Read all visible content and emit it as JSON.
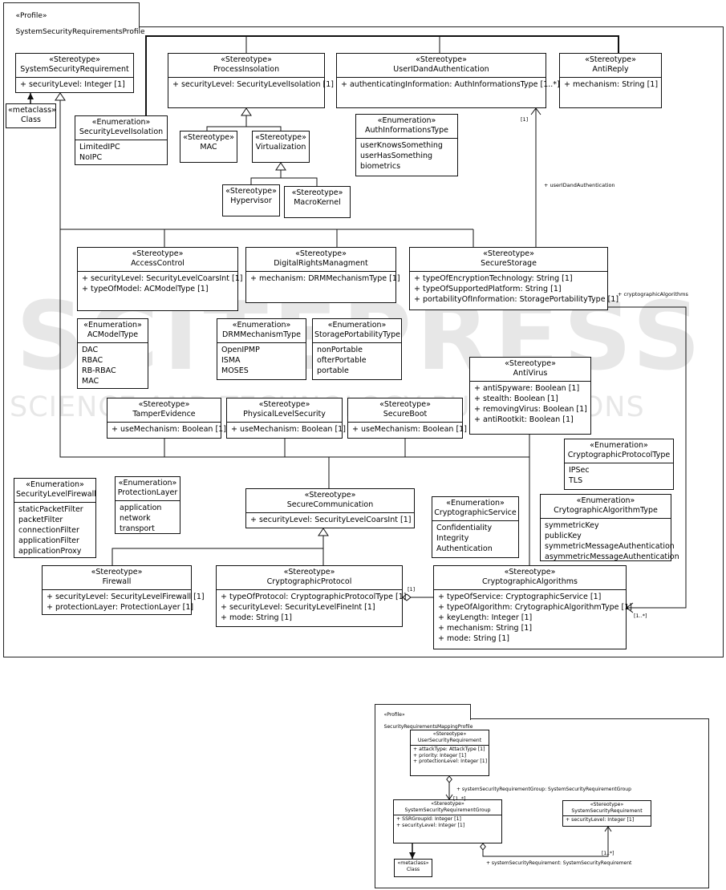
{
  "profile1": {
    "tab_line1": "«Profile»",
    "tab_line2": "SystemSecurityRequirementsProfile"
  },
  "profile2": {
    "tab_line1": "«Profile»",
    "tab_line2": "SecurityRequirementsMappingProfile"
  },
  "watermark": {
    "big": "SCITEPRESS",
    "small": "SCIENCE AND TECHNOLOGY PUBLICATIONS"
  },
  "elements": [
    {
      "id": "ssr",
      "stereo": "«Stereotype»",
      "name": "SystemSecurityRequirement",
      "attrs": [
        "+ securityLevel: Integer [1]"
      ]
    },
    {
      "id": "metaclass1",
      "stereo": "«metaclass»",
      "name": "Class",
      "attrs": []
    },
    {
      "id": "sli",
      "stereo": "«Enumeration»",
      "name": "SecurityLevelIsolation",
      "attrs": [
        "LimitedIPC",
        "NoIPC"
      ]
    },
    {
      "id": "pi",
      "stereo": "«Stereotype»",
      "name": "ProcessInsolation",
      "attrs": [
        "+ securityLevel: SecurityLevelIsolation [1]"
      ]
    },
    {
      "id": "mac",
      "stereo": "«Stereotype»",
      "name": "MAC",
      "attrs": []
    },
    {
      "id": "virt",
      "stereo": "«Stereotype»",
      "name": "Virtualization",
      "attrs": []
    },
    {
      "id": "hyp",
      "stereo": "«Stereotype»",
      "name": "Hypervisor",
      "attrs": []
    },
    {
      "id": "macro",
      "stereo": "«Stereotype»",
      "name": "MacroKernel",
      "attrs": []
    },
    {
      "id": "uida",
      "stereo": "«Stereotype»",
      "name": "UserIDandAuthentication",
      "attrs": [
        "+ authenticatingInformation: AuthInformationsType [1..*]"
      ]
    },
    {
      "id": "ait",
      "stereo": "«Enumeration»",
      "name": "AuthInformationsType",
      "attrs": [
        "userKnowsSomething",
        "userHasSomething",
        "biometrics"
      ]
    },
    {
      "id": "ar",
      "stereo": "«Stereotype»",
      "name": "AntiReply",
      "attrs": [
        "+ mechanism: String [1]"
      ]
    },
    {
      "id": "ac",
      "stereo": "«Stereotype»",
      "name": "AccessControl",
      "attrs": [
        "+ securityLevel: SecurityLevelCoarsInt [1]",
        "+ typeOfModel: ACModelType [1]"
      ]
    },
    {
      "id": "drm",
      "stereo": "«Stereotype»",
      "name": "DigitalRightsManagment",
      "attrs": [
        "+ mechanism: DRMMechanismType [1]"
      ]
    },
    {
      "id": "ss",
      "stereo": "«Stereotype»",
      "name": "SecureStorage",
      "attrs": [
        "+ typeOfEncryptionTechnology: String [1]",
        "+ typeOfSupportedPlatform: String [1]",
        "+ portabilityOfInformation: StoragePortabilityType [1]"
      ]
    },
    {
      "id": "acmt",
      "stereo": "«Enumeration»",
      "name": "ACModelType",
      "attrs": [
        "DAC",
        "RBAC",
        "RB-RBAC",
        "MAC"
      ]
    },
    {
      "id": "drmt",
      "stereo": "«Enumeration»",
      "name": "DRMMechanismType",
      "attrs": [
        "OpenIPMP",
        "ISMA",
        "MOSES"
      ]
    },
    {
      "id": "spt",
      "stereo": "«Enumeration»",
      "name": "StoragePortabilityType",
      "attrs": [
        "nonPortable",
        "ofterPortable",
        "portable"
      ]
    },
    {
      "id": "av",
      "stereo": "«Stereotype»",
      "name": "AntiVirus",
      "attrs": [
        "+ antiSpyware: Boolean [1]",
        "+ stealth: Boolean [1]",
        "+ removingVirus: Boolean [1]",
        "+ antiRootkit: Boolean [1]"
      ]
    },
    {
      "id": "te",
      "stereo": "«Stereotype»",
      "name": "TamperEvidence",
      "attrs": [
        "+ useMechanism: Boolean [1]"
      ]
    },
    {
      "id": "pls",
      "stereo": "«Stereotype»",
      "name": "PhysicalLevelSecurity",
      "attrs": [
        "+ useMechanism: Boolean [1]"
      ]
    },
    {
      "id": "sb",
      "stereo": "«Stereotype»",
      "name": "SecureBoot",
      "attrs": [
        "+ useMechanism: Boolean [1]"
      ]
    },
    {
      "id": "cpt",
      "stereo": "«Enumeration»",
      "name": "CryptographicProtocolType",
      "attrs": [
        "IPSec",
        "TLS"
      ]
    },
    {
      "id": "slf",
      "stereo": "«Enumeration»",
      "name": "SecurityLevelFirewall",
      "attrs": [
        "staticPacketFilter",
        "packetFilter",
        "connectionFilter",
        "applicationFilter",
        "applicationProxy"
      ]
    },
    {
      "id": "pl",
      "stereo": "«Enumeration»",
      "name": "ProtectionLayer",
      "attrs": [
        "application",
        "network",
        "transport"
      ]
    },
    {
      "id": "sc",
      "stereo": "«Stereotype»",
      "name": "SecureCommunication",
      "attrs": [
        "+ securityLevel: SecurityLevelCoarsInt [1]"
      ]
    },
    {
      "id": "cs",
      "stereo": "«Enumeration»",
      "name": "CryptographicService",
      "attrs": [
        "Confidentiality",
        "Integrity",
        "Authentication"
      ]
    },
    {
      "id": "cat",
      "stereo": "«Enumeration»",
      "name": "CrytographicAlgorithmType",
      "attrs": [
        "symmetricKey",
        "publicKey",
        "symmetricMessageAuthentication",
        "asymmetricMessageAuthentication"
      ]
    },
    {
      "id": "fw",
      "stereo": "«Stereotype»",
      "name": "Firewall",
      "attrs": [
        "+ securityLevel: SecurityLevelFirewall [1]",
        "+ protectionLayer: ProtectionLayer [1]"
      ]
    },
    {
      "id": "cp",
      "stereo": "«Stereotype»",
      "name": "CryptographicProtocol",
      "attrs": [
        "+ typeOfProtocol: CryptographicProtocolType [1]",
        "+ securityLevel: SecurityLevelFineInt [1]",
        "+ mode: String [1]"
      ]
    },
    {
      "id": "ca",
      "stereo": "«Stereotype»",
      "name": "CryptographicAlgorithms",
      "attrs": [
        "+ typeOfService: CryptographicService [1]",
        "+ typeOfAlgorithm: CrytographicAlgorithmType [1]",
        "+ keyLength: Integer [1]",
        "+ mechanism: String [1]",
        "+ mode: String [1]"
      ]
    },
    {
      "id": "usr",
      "stereo": "«Stereotype»",
      "name": "UserSecurityRequirement",
      "attrs": [
        "+ attackType: AttackType [1]",
        "+ priority: Integer [1]",
        "+ protectionLevel: Integer [1]"
      ]
    },
    {
      "id": "ssrg",
      "stereo": "«Stereotype»",
      "name": "SystemSecurityRequirementGroup",
      "attrs": [
        "+ SSRGroupId: Integer [1]",
        "+ securityLevel: Integer [1]"
      ]
    },
    {
      "id": "ssr2",
      "stereo": "«Stereotype»",
      "name": "SystemSecurityRequirement",
      "attrs": [
        "+ securityLevel: Integer [1]"
      ]
    },
    {
      "id": "metaclass2",
      "stereo": "«metaclass»",
      "name": "Class",
      "attrs": []
    }
  ],
  "labels": {
    "uida_end": "+ userIDandAuthentication",
    "uida_mult": "[1]",
    "ca_end": "+ cryptographicAlgorithms",
    "ca_mult": "[1..*]",
    "cp_ca_mult": "[1]",
    "ssrg_end": "+ systemSecurityRequirementGroup: SystemSecurityRequirementGroup",
    "ssrg_mult": "[1..*]",
    "ssr_end": "+ systemSecurityRequirement: SystemSecurityRequirement",
    "ssr_mult": "[1..*]"
  }
}
